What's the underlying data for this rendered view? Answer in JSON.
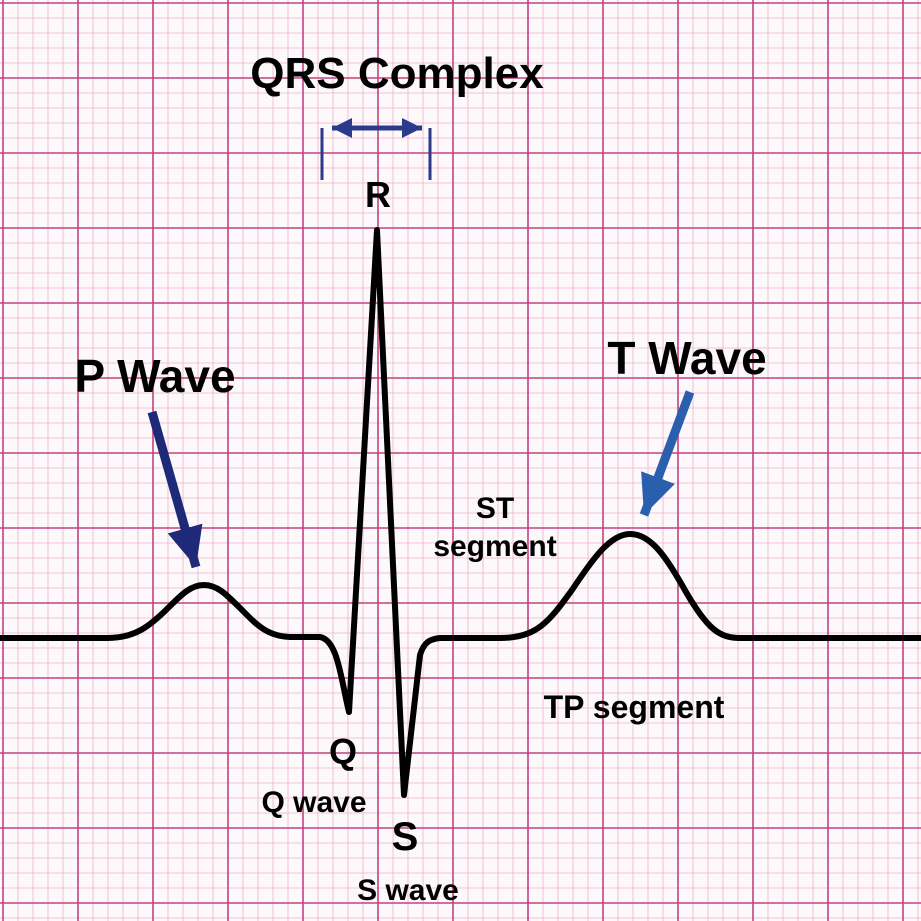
{
  "labels": {
    "qrs_complex": "QRS Complex",
    "r": "R",
    "p_wave": "P Wave",
    "t_wave": "T Wave",
    "st_segment_line1": "ST",
    "st_segment_line2": "segment",
    "tp_segment": "TP segment",
    "q": "Q",
    "q_wave": "Q wave",
    "s": "S",
    "s_wave": "S wave"
  },
  "colors": {
    "grid_minor": "#e9b4cf",
    "grid_major": "#c2427f",
    "trace": "#000000",
    "arrow_p": "#1e2a78",
    "arrow_t": "#2a5fae",
    "bracket": "#2c3a8c"
  }
}
